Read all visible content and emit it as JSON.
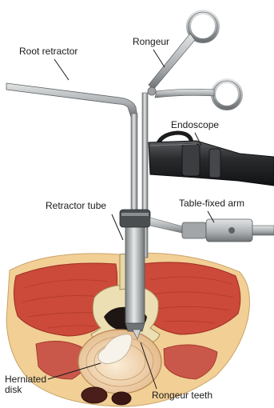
{
  "labels": {
    "root_retractor": "Root retractor",
    "rongeur": "Rongeur",
    "endoscope": "Endoscope",
    "retractor_tube": "Retractor tube",
    "table_fixed_arm": "Table-fixed arm",
    "herniated_disk": "Herniated\ndisk",
    "rongeur_teeth": "Rongeur teeth"
  },
  "colors": {
    "muscle": "#cc4a3a",
    "fat": "#f1cf95",
    "bone": "#eddfb4",
    "disk": "#f2d6b0",
    "herniation": "#f7f3ea",
    "metal": "#b9bcbe",
    "metal_dark": "#6c7072",
    "scope_body": "#2e2f31",
    "leader": "#1a1a1a"
  }
}
